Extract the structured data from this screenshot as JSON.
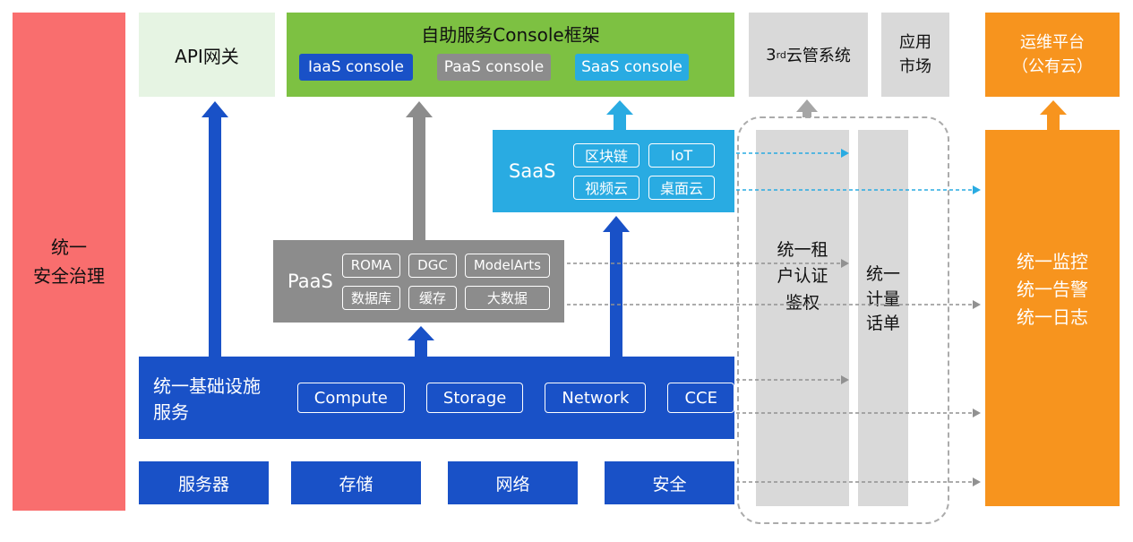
{
  "palette": {
    "blue": "#1951C7",
    "gray": "#8C8C8C",
    "light_gray": "#D9D9D9",
    "cyan": "#29ABE2",
    "green": "#7DC142",
    "light_green": "#E6F4E3",
    "orange": "#F7941E",
    "red": "#F96E6E"
  },
  "security_bar": {
    "label": "统一\n安全治理"
  },
  "top": {
    "api_gateway": {
      "label": "API网关"
    },
    "console_frame": {
      "title": "自助服务Console框架",
      "consoles": [
        {
          "label": "IaaS console"
        },
        {
          "label": "PaaS console"
        },
        {
          "label": "SaaS console"
        }
      ]
    },
    "third_party_cms": {
      "prefix": "3",
      "sup": "rd",
      "suffix": "云管系统"
    },
    "app_market": {
      "label": "应用\n市场"
    },
    "om_platform": {
      "label": "运维平台\n（公有云）"
    }
  },
  "saas": {
    "label": "SaaS",
    "items": [
      "区块链",
      "IoT",
      "视频云",
      "桌面云"
    ]
  },
  "paas": {
    "label": "PaaS",
    "items": [
      "ROMA",
      "DGC",
      "ModelArts",
      "数据库",
      "缓存",
      "大数据"
    ]
  },
  "iaas": {
    "label": "统一基础设施服务",
    "items": [
      "Compute",
      "Storage",
      "Network",
      "CCE"
    ]
  },
  "hardware": {
    "items": [
      "服务器",
      "存储",
      "网络",
      "安全"
    ]
  },
  "shared": {
    "tenant_auth": {
      "label": "统一租\n户认证\n鉴权"
    },
    "metering": {
      "label": "统一\n计量\n话单"
    }
  },
  "monitoring": {
    "label": "统一监控\n统一告警\n统一日志"
  }
}
